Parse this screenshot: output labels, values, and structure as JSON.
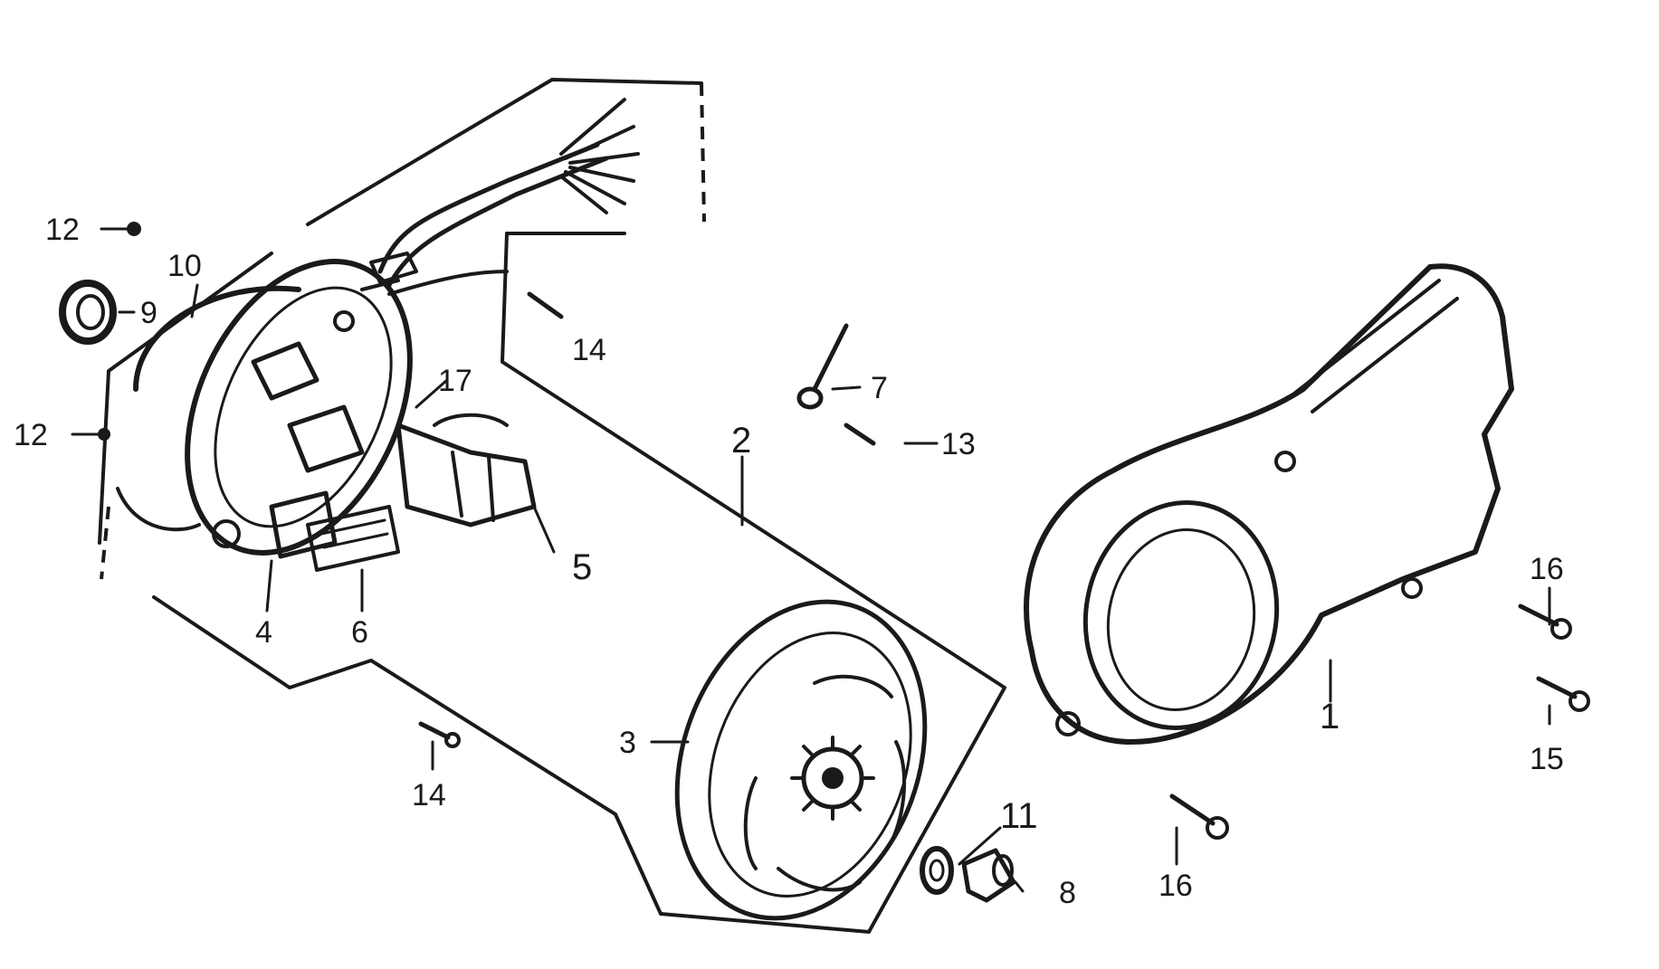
{
  "diagram": {
    "type": "exploded-parts-diagram",
    "colors": {
      "ink": "#1a1a1a",
      "background": "#ffffff"
    },
    "callouts": [
      {
        "id": "c1",
        "label": "1"
      },
      {
        "id": "c2",
        "label": "2"
      },
      {
        "id": "c3",
        "label": "3"
      },
      {
        "id": "c4",
        "label": "4"
      },
      {
        "id": "c5",
        "label": "5"
      },
      {
        "id": "c6",
        "label": "6"
      },
      {
        "id": "c7",
        "label": "7"
      },
      {
        "id": "c8",
        "label": "8"
      },
      {
        "id": "c9",
        "label": "9"
      },
      {
        "id": "c10",
        "label": "10"
      },
      {
        "id": "c11",
        "label": "11"
      },
      {
        "id": "c12a",
        "label": "12"
      },
      {
        "id": "c12b",
        "label": "12"
      },
      {
        "id": "c13",
        "label": "13"
      },
      {
        "id": "c14a",
        "label": "14"
      },
      {
        "id": "c14b",
        "label": "14"
      },
      {
        "id": "c15",
        "label": "15"
      },
      {
        "id": "c16a",
        "label": "16"
      },
      {
        "id": "c16b",
        "label": "16"
      },
      {
        "id": "c17",
        "label": "17"
      }
    ]
  }
}
